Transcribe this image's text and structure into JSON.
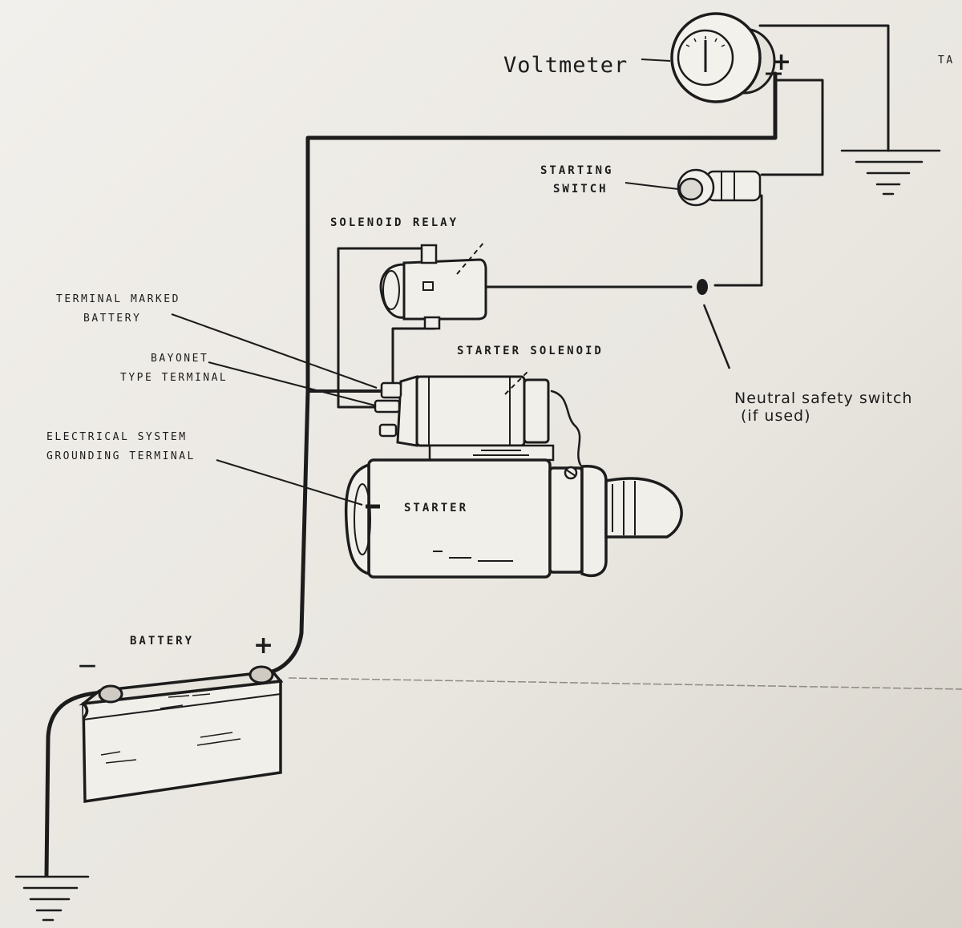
{
  "diagram": {
    "labels": {
      "voltmeter": "Voltmeter",
      "voltmeter_plus": "+",
      "tag": "TA",
      "starting_switch_line1": "STARTING",
      "starting_switch_line2": "SWITCH",
      "solenoid_relay": "SOLENOID RELAY",
      "terminal_marked_battery_line1": "TERMINAL MARKED",
      "terminal_marked_battery_line2": "BATTERY",
      "bayonet_line1": "BAYONET",
      "bayonet_line2": "TYPE TERMINAL",
      "starter_solenoid": "STARTER SOLENOID",
      "grounding_line1": "ELECTRICAL SYSTEM",
      "grounding_line2": "GROUNDING TERMINAL",
      "starter": "STARTER",
      "neutral_switch_line1": "Neutral safety switch",
      "neutral_switch_line2": "(if used)",
      "battery": "BATTERY",
      "battery_plus": "+",
      "battery_minus": "—"
    },
    "colors": {
      "paper": "#edebe6",
      "ink": "#1c1c1c"
    }
  }
}
